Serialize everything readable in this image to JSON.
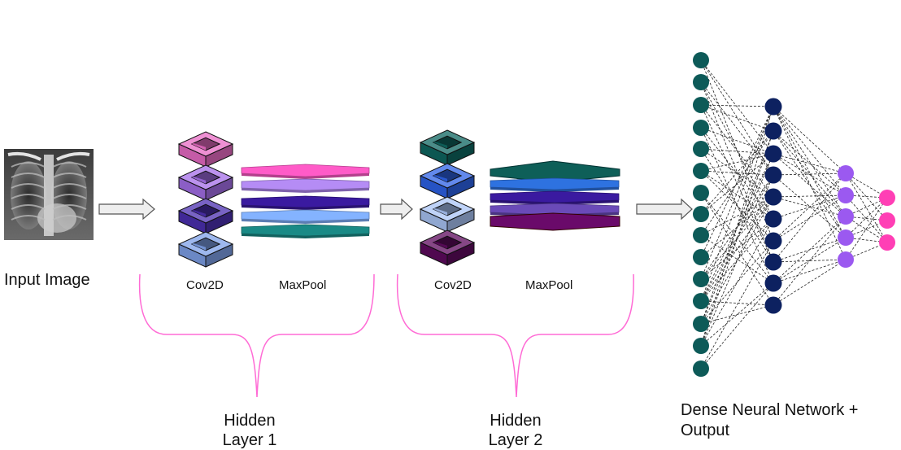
{
  "labels": {
    "input_image": "Input Image",
    "conv_1": "Cov2D",
    "pool_1": "MaxPool",
    "conv_2": "Cov2D",
    "pool_2": "MaxPool",
    "hidden_1_line1": "Hidden",
    "hidden_1_line2": "Layer 1",
    "hidden_2_line1": "Hidden",
    "hidden_2_line2": "Layer 2",
    "dense_line1": "Dense Neural Network +",
    "dense_line2": "Output"
  },
  "network": {
    "layer_sizes": [
      15,
      10,
      5,
      3
    ],
    "node_colors": [
      "#0d5a58",
      "#0d2160",
      "#9b59f0",
      "#ff3fb5"
    ]
  },
  "colors": {
    "bracket": "#ff6bd5",
    "arrow_fill": "#eeeeee",
    "arrow_stroke": "#555555",
    "conv_1_blocks": [
      "#e86bc4",
      "#a46ee8",
      "#4b2fb0",
      "#7ea0e8"
    ],
    "pool_1_layers": [
      "#ff5bc8",
      "#b58cf5",
      "#3a1aa0",
      "#84b3ff",
      "#1a8a86"
    ],
    "conv_2_blocks": [
      "#0e6660",
      "#2d62e6",
      "#a9c4f5",
      "#5e0a5e"
    ],
    "pool_2_layers": [
      "#0e5f58",
      "#2e72e0",
      "#3a1aa0",
      "#6a4ab8",
      "#9ab8f0",
      "#6a0a6a"
    ]
  }
}
